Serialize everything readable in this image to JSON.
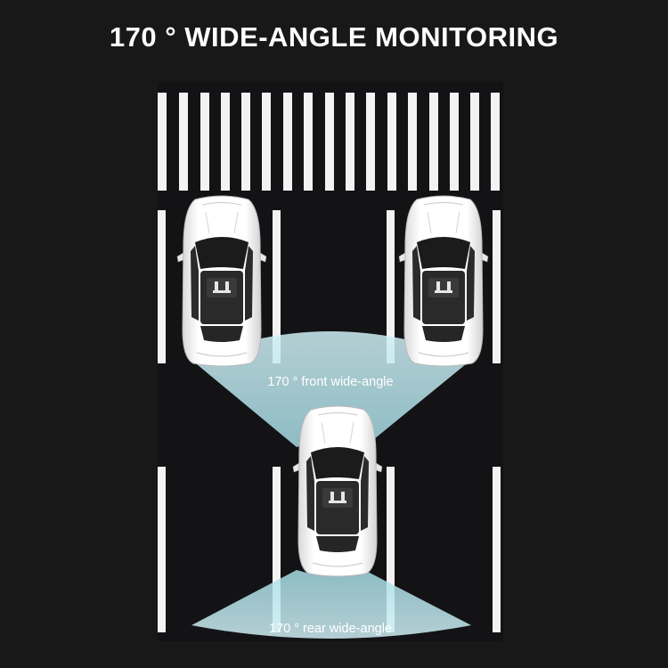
{
  "title": "170 ° WIDE-ANGLE MONITORING",
  "front_label": "170 ° front wide-angle",
  "rear_label": "170 ° rear wide-angle",
  "colors": {
    "background": "#181818",
    "road": "#131316",
    "stripe": "#f2f2f2",
    "cone": "#bfe9ef",
    "car_body": "#f4f4f4",
    "car_glass": "#1b1b1b"
  }
}
